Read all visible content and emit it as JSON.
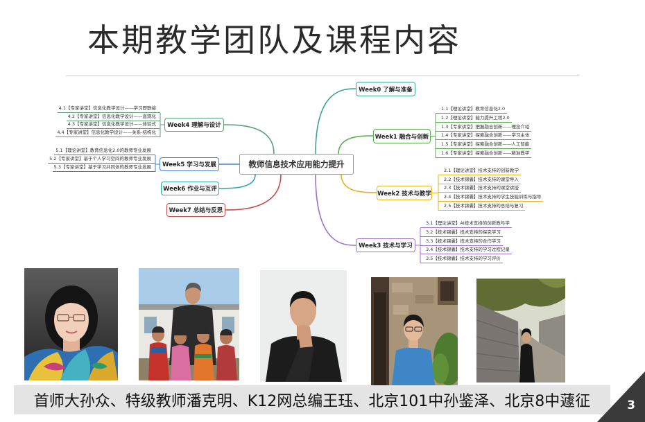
{
  "slide": {
    "title": "本期教学团队及课程内容",
    "page_number": "3"
  },
  "mindmap": {
    "center": "教师信息技术应用能力提升",
    "branches": [
      {
        "label": "Week0 了解与准备",
        "color": "#3fa48e",
        "items": []
      },
      {
        "label": "Week1 融合与创新",
        "color": "#5bab4f",
        "items": [
          "1.1【理论讲堂】教育信息化2.0",
          "1.2【理论讲堂】能力提升工程2.0",
          "1.3【专家讲堂】把握融合创新——理念介绍",
          "1.4【专家讲堂】探索融合创新——学习主体",
          "1.5【专家讲堂】探索融合创新——人工智能",
          "1.6【专家讲堂】探索融合创新——精准教学"
        ]
      },
      {
        "label": "Week2 技术与教学",
        "color": "#e3b21f",
        "items": [
          "2.1【理论讲堂】技术支持的创新教学",
          "2.2【技术锦囊】技术支持的课堂导入",
          "2.3【技术锦囊】技术支持的课堂讲授",
          "2.4【技术锦囊】技术支持的学生技能训练与指导",
          "2.5【技术锦囊】技术支持的总结与复习"
        ]
      },
      {
        "label": "Week3 技术与学习",
        "color": "#a06fca",
        "items": [
          "3.1【理论讲堂】AI技术支持的创新教与学",
          "3.2【技术锦囊】技术支持的探究学习",
          "3.3【技术锦囊】技术支持的合作学习",
          "3.4【技术锦囊】技术支持的学习过程记录",
          "3.5【技术锦囊】技术支持的学习评价"
        ]
      },
      {
        "label": "Week4 理解与设计",
        "color": "#5e9f77",
        "items": [
          "4.1【专家讲堂】信息化教学设计——学习即联接",
          "4.2【专家讲堂】信息化教学设计——直观化",
          "4.3【专家讲堂】信息化教学设计——体验式",
          "4.4【专家讲堂】信息化教学设计——关系-结构化"
        ]
      },
      {
        "label": "Week5 学习与发展",
        "color": "#3d7fcf",
        "items": [
          "5.1【理论讲堂】教育信息化2.0的教师专业发展",
          "5.2【专家讲堂】基于个人学习空间的教师专业发展",
          "5.3【专家讲堂】基于学习共同体的教师专业发展"
        ]
      },
      {
        "label": "Week6 作业与互评",
        "color": "#2fa3a3",
        "items": []
      },
      {
        "label": "Week7 总结与反思",
        "color": "#c94a4a",
        "items": []
      }
    ]
  },
  "team": {
    "caption": "首师大孙众、特级教师潘克明、K12网总编王珏、北京101中孙鉴泽、北京8中蘧征"
  }
}
